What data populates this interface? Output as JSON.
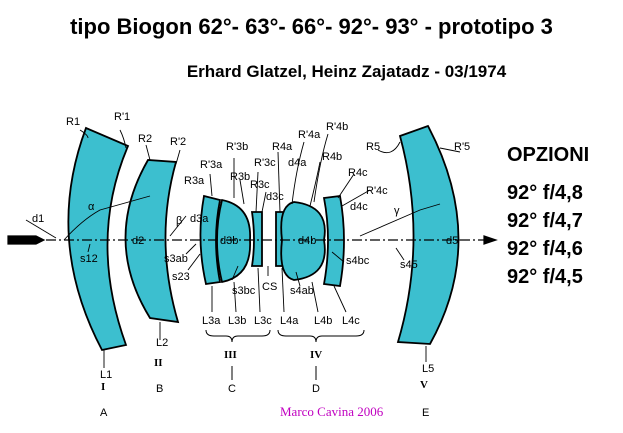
{
  "title": "tipo Biogon 62°- 63°- 66°- 92°- 93° - prototipo 3",
  "subtitle": "Erhard Glatzel, Heinz Zajatadz - 03/1974",
  "options_heading": "OPZIONI",
  "options": [
    "92° f/4,8",
    "92° f/4,7",
    "92° f/4,6",
    "92° f/4,5"
  ],
  "credit": "Marco Cavina 2006",
  "colors": {
    "lens_fill": "#3cbfcf",
    "credit_text": "#c000c0",
    "line": "#000000"
  },
  "surfaces": {
    "r1": "R1",
    "r1p": "R'1",
    "r2": "R2",
    "r2p": "R'2",
    "r3a": "R3a",
    "r3ap": "R'3a",
    "r3b": "R3b",
    "r3bp": "R'3b",
    "r3c": "R3c",
    "r3cp": "R'3c",
    "r4a": "R4a",
    "r4ap": "R'4a",
    "r4b": "R4b",
    "r4bp": "R'4b",
    "r4c": "R4c",
    "r4cp": "R'4c",
    "r5": "R5",
    "r5p": "R'5"
  },
  "thicknesses": {
    "d1": "d1",
    "d2": "d2",
    "d3a": "d3a",
    "d3b": "d3b",
    "d3c": "d3c",
    "d4a": "d4a",
    "d4b": "d4b",
    "d4c": "d4c",
    "d5": "d5"
  },
  "spacings": {
    "s12": "s12",
    "s23": "s23",
    "s3ab": "s3ab",
    "s3bc": "s3bc",
    "s4ab": "s4ab",
    "s4bc": "s4bc",
    "s45": "s45",
    "cs": "CS"
  },
  "angles": {
    "alpha": "α",
    "beta": "β",
    "gamma": "γ"
  },
  "elements": {
    "l1": "L1",
    "l2": "L2",
    "l3a": "L3a",
    "l3b": "L3b",
    "l3c": "L3c",
    "l4a": "L4a",
    "l4b": "L4b",
    "l4c": "L4c",
    "l5": "L5"
  },
  "groups": {
    "g1": {
      "roman": "I",
      "letter": "A"
    },
    "g2": {
      "roman": "II",
      "letter": "B"
    },
    "g3": {
      "roman": "III",
      "letter": "C"
    },
    "g4": {
      "roman": "IV",
      "letter": "D"
    },
    "g5": {
      "roman": "V",
      "letter": "E"
    }
  }
}
